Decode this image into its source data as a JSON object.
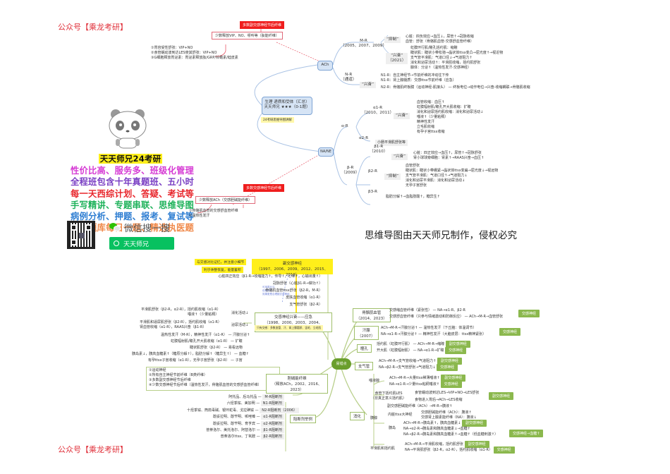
{
  "watermarks": {
    "top_left": "公众号【乘龙考研】",
    "bottom_left": "公众号【乘龙考研】",
    "copyright": "思维导图由天天师兄制作，侵权必究"
  },
  "promo": {
    "title": "天天师兄24考研",
    "lines": [
      {
        "text": "性价比高、服务多、班级化管理",
        "color": "#d63bd4"
      },
      {
        "text": "全程班包含十年真题班、五小时",
        "color": "#7a3fc4"
      },
      {
        "text": "每一天西综计划、答疑、考试等",
        "color": "#e8262c"
      },
      {
        "text": "手写精讲、专题串联、思维导图",
        "color": "#1eb25a"
      },
      {
        "text": "病例分析、押题、报考、复试等",
        "color": "#2d7dd2"
      },
      {
        "text": "内部题库每日一题、精选执医题",
        "color": "#f08a4b"
      }
    ],
    "wechat_search_label": "微信搜一搜",
    "search_button_label": "天天师兄",
    "qr_label": "qr-code"
  },
  "top_map": {
    "center": {
      "line1": "生理 递质和受体（汇总）",
      "line2": "天天师兄 ★★★（0-1题）"
    },
    "center_note": "24考研思维导图讲解",
    "ach": {
      "label": "ACh",
      "red_node": "多数副交感神经节后纤维",
      "pink_node": "少数释放VIP、NO、嘌呤等（肽能纤维）",
      "pink_notes": [
        "①胃容受性舒张：VIP+NO",
        "②食管蠕动波到达LES使其舒张：VIP+NO",
        "③G细胞释放胃泌素：胃泌素释放肽/GRP/铃蟾素/蛙皮素"
      ],
      "mr": {
        "label": "M-R",
        "years": "（2005、2007、2009）",
        "inhibit": {
          "label": "“抑制”",
          "items": [
            "心脏：四负效应→血压↓，尿管↑→冠脉收缩",
            "血管：舒张（骨骼肌血管-交感舒血管纤维）"
          ]
        },
        "excite": {
          "label": "“兴奋”",
          "year": "（2021）",
          "items": [
            "虹膜环行肌/瞳孔括约肌：缩瞳",
            "睫状肌：睫状小带松弛→晶状体ttsx变凸→屈光度↑→视近物",
            "支气管平滑肌：气道口径↓→气道阻力↑",
            "消化和泌尿活动↑：平滑肌收缩，括约肌舒张",
            "腺体：分泌↑（温热性发汗-交感神经）"
          ]
        }
      },
      "nr": {
        "label": "N-R",
        "sub": "（通道）",
        "excite_label": "“兴奋”",
        "items": [
          "N1-R：自主神经节→节前纤维的冲动往下传",
          "N1-R：肾上腺髓质：交感ttsx节前纤维（应急）",
          "N2-R：骨骼肌终板膜（运动神经-肌接头）"
        ],
        "n2_tail": "终板电位→动作电位→兴奋-收缩耦联→骨骼肌收缩"
      }
    },
    "na": {
      "label": "NA/NE",
      "red_node": "多数交感神经节后纤维",
      "pink_node": "少数释放ACh（交感胆碱能纤维）",
      "pink_notes": [
        "①骨骼肌血管的交感舒血管纤维",
        "②温热性发汗"
      ],
      "alpha": {
        "label": "α-R",
        "a1": {
          "label": "α1-R",
          "years": "（2010、2011）",
          "excite": "“兴奋”",
          "items": [
            "血管收缩：血压↑",
            "虹膜辐射肌/瞳孔开大肌收缩：扩瞳",
            "消化和泌尿括约肌收缩：消化和泌尿活动↓",
            "唾液↑（少量粘稠）",
            "精神性发汗",
            "立毛肌收缩",
            "有孕子宫ttsx收缩"
          ]
        },
        "a2": {
          "label": "α2-R",
          "item": "小肠平滑肌舒张等"
        }
      },
      "beta": {
        "label": "β-R",
        "year": "（2009）",
        "b1": {
          "label": "β1-R",
          "year": "（2010）",
          "excite": "“兴奋”",
          "items": [
            "心脏：四正效应→血压↑，尿管↑→冠脉舒张",
            "肾小球球旁细胞：肾素↑→RAAS兴奋→血压↑"
          ]
        },
        "b2": {
          "label": "β2-R",
          "inhibit": "“抑制”",
          "items": [
            "血管舒张",
            "睫状肌：睫状小带绷紧→晶状体ttsx变扁→屈光度↓→视远物",
            "支气管平滑肌：气道口径↑→气道阻力↓",
            "消化和泌尿平滑肌：消化和泌尿活动↓",
            "无孕子宫舒张"
          ]
        },
        "b3": {
          "label": "β3-R",
          "item": "脂肪分解↑→血脂肪酸↑，糖异生↑"
        }
      }
    }
  },
  "bottom_map": {
    "center": "易错点",
    "parasym": {
      "title": "副交感神经",
      "years": "（1997、2006、2009、2012、2015、2019）",
      "notes": [
        "与交感对比记忆，并注意小细节",
        "利于休整恢复，能量蓄积"
      ],
      "blue_note": [
        "可用类比与",
        "伯格样记",
        "效果更是合理副交感神经"
      ]
    },
    "sym": {
      "title": "交感神经兴奋——应急",
      "years": "（1998、2000、2003、2004、2013、2014）",
      "note": "只有交感：多数血管、汗、肾上腺髓质、竖毛、立毛肌",
      "items": [
        "心脏四正效应（β1-R→收缩能力↑，传导↑，心率↑，心输出量↑）",
        "冠脉舒张（心脏β1-R→做功↑）",
        "骨骼肌血管ttsx舒张（β2-R，M-R）",
        "皮肤血管收缩（α1-R）",
        "支气管舒张（β2-R）"
      ],
      "digest": {
        "label": "消化活动↓",
        "items": [
          "平滑肌舒张（β2-R，α2-R），括约肌收缩（α1-R）",
          "唾液↑（少量粘稠）"
        ]
      },
      "urine": {
        "label": "泌尿活动↓",
        "items": [
          "平滑肌和逼尿肌舒张（β2-R），括约肌收缩（α1-R）",
          "肾血管收缩（α1-R），RAAS兴奋（β1-R）"
        ]
      },
      "sweat": {
        "label": "汗腺分泌↑",
        "item": "温热性发汗（M-R），精神性发汗（α1-R）"
      },
      "pupil": {
        "label": "扩瞳",
        "item": "虹膜辐射肌/瞳孔开大肌收缩（α1-R）"
      },
      "eye": {
        "label": "易看远物",
        "item": "睫状肌舒张（β2-R）"
      },
      "glucose": {
        "label": "血糖↑",
        "item": "胰岛素↓，胰高血糖素↑（糖原分解↑），脂肪分解↑（糖异生↑）"
      },
      "uterus": {
        "label": "子宫",
        "item": "有孕ttsx子宫收缩（α1-R），无孕子宫舒张（β2-R）"
      }
    },
    "cholinergic": {
      "title": "胆碱能纤维",
      "years": "（释放ACh，2002、2016、2023）",
      "items": [
        "①运动神经",
        "②所有自主神经节前纤维（B类纤维）",
        "③多数副交感神经节后纤维",
        "④少数交感神经节后纤维（温热性发汗，骨骼肌血管的交感舒血管纤维）"
      ]
    },
    "blockers": {
      "title": "阻断剂举例",
      "rows": [
        {
          "drugs": "阿托品、后马托品",
          "target": "M-R阻断剂"
        },
        {
          "drugs": "六烃季铵、美加明",
          "target": "N1-R阻断剂"
        },
        {
          "drugs": "十烃季铵、筒箭毒碱、银环蛇毒、戈拉碘铵",
          "target": "N2-R阻断剂（2006）"
        },
        {
          "drugs": "酚妥拉明、酚苄明、哌唑嗪",
          "target": "α1-R阻断剂"
        },
        {
          "drugs": "酚妥拉明、酚苄明、育亨宾",
          "target": "α2-R阻断剂"
        },
        {
          "drugs": "普萘洛尔、美托洛尔、阿替洛尔",
          "target": "β1-R阻断剂"
        },
        {
          "drugs": "普萘洛尔ttsx、丁氧胺",
          "target": "β2-R阻断剂"
        }
      ]
    },
    "right": {
      "vessel": {
        "label": "骨骼肌血管",
        "years": "（2014、2023）",
        "items": [
          "交感缩血管纤维（紧张性） — NA→α1-R、β2-R",
          "交感舒血管纤维（只参与情绪激动和防御反应） — ACh→M-R→血管舒张"
        ],
        "badge": "交感神经"
      },
      "sweat": {
        "label": "汗腺",
        "year": "（2007）",
        "items": [
          "ACh→M-R→汗腺分泌↑ — 温热性发汗（下丘脑：体温调节）",
          "NA→α1-R→汗腺分泌↑ — 精神性发汗（大脑皮层：ttsx精神紧张）"
        ],
        "badge": "交感神经"
      },
      "pupil": {
        "label": "瞳孔",
        "items": [
          {
            "text": "括约肌（虹膜环行肌） — ACh→M-R→缩瞳",
            "badge": "副交感神经"
          },
          {
            "text": "开大肌（虹膜辐射肌） — NA→α1-R→扩瞳",
            "badge": "交感神经"
          }
        ]
      },
      "bronchus": {
        "label": "支气管",
        "items": [
          {
            "text": "ACh→M-R→支气管收缩→气道阻力↑",
            "badge": "副交感神经"
          },
          {
            "text": "NA→β2-R→支气管舒张→气道阻力↓",
            "badge": "交感神经"
          }
        ]
      },
      "digest": {
        "label": "消化",
        "saliva": {
          "label": "唾液腺",
          "items": [
            {
              "text": "ACh→M-R→大量ttsx稀薄唾液↑",
              "badge": "副交感神经"
            },
            {
              "text": "NA→α1-R→少量ttsx粘稠唾液↑",
              "badge": "交感神经"
            }
          ]
        },
        "les": {
          "label": "食管下括约肌LES",
          "sub": "（非真正意义括约肌）",
          "items": [
            "食管蠕动波到达LES→VIP+NO→LES舒张",
            "食物进入胃后→ACh→LES收缩"
          ],
          "badge": "副交感神经"
        },
        "pancreas": {
          "label": "胰腺",
          "item1": "副交感胆碱能纤维（ACh）→M-R→胰液↑",
          "vagus": {
            "label": "内脏ttsx大神经",
            "items": [
              "交感胆碱能纤维（ACh）：胰液↑",
              "交感肾上腺素能纤维（NA）：胰液↓"
            ]
          },
          "islet": {
            "label": "胰岛",
            "items": [
              {
                "text": "ACh→M-R→胰岛素↑，胰高血糖素↓",
                "badge": "副交感神经"
              },
              {
                "text": "NA→α2-R→胰岛素和胰高血糖素↓→血糖↑",
                "badge": ""
              },
              {
                "text": "NA→β2-R→胰岛素和胰高血糖素↑→血糖↑（低血糖刺激↑）",
                "badge": ""
              }
            ],
            "group_badge": "交感神经→血糖↑"
          }
        },
        "smooth": {
          "label": "平滑肌和括约肌",
          "items": [
            {
              "text": "ACh→M-R→平滑肌收缩，括约肌舒张",
              "badge": "副交感神经"
            },
            {
              "text": "NA→平滑肌舒张（β2-R，α2-R），括约肌收缩（α1-R）",
              "badge": "交感神经"
            }
          ]
        }
      }
    }
  },
  "colors": {
    "red": "#ef1d1d",
    "yellow": "#ffef1a",
    "green": "#8bb84d",
    "blue_node": "#d6e4f5",
    "watermark": "#e0303a"
  }
}
